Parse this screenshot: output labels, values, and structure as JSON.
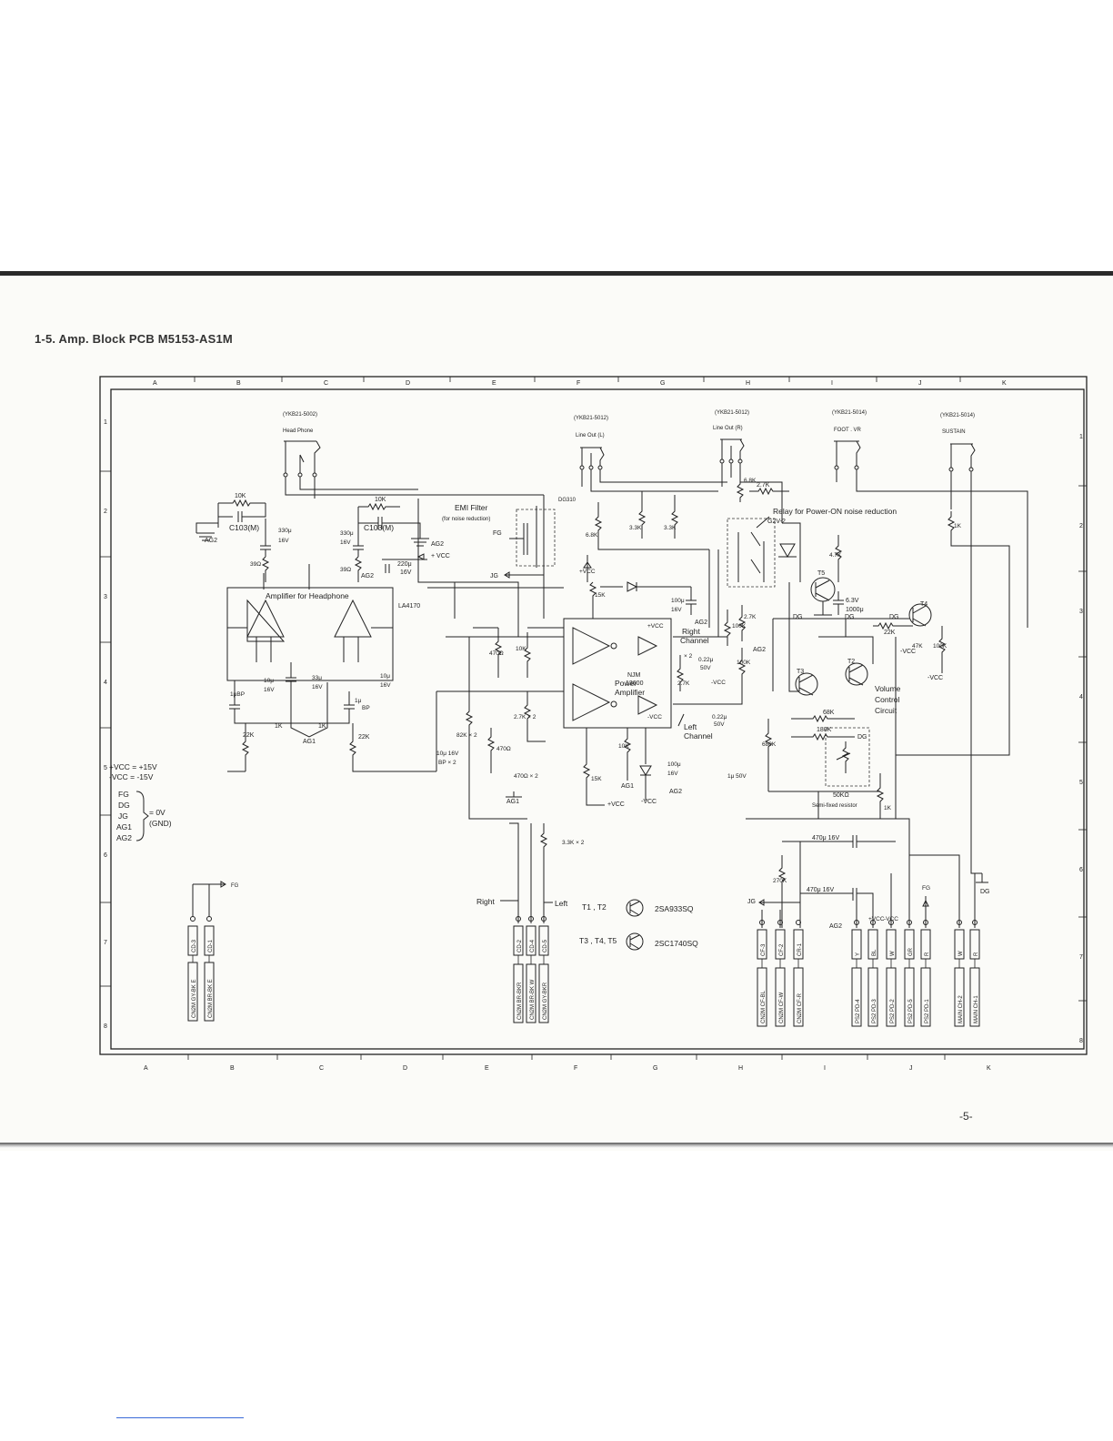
{
  "page": {
    "title": "1-5. Amp. Block PCB M5153-AS1M",
    "page_number": "-5-"
  },
  "grid": {
    "columns": [
      "A",
      "B",
      "C",
      "D",
      "E",
      "F",
      "G",
      "H",
      "I",
      "J",
      "K"
    ],
    "rows": [
      "1",
      "2",
      "3",
      "4",
      "5",
      "6",
      "7",
      "8"
    ]
  },
  "jacks": {
    "headphone": {
      "part": "(YKB21-5002)",
      "name": "Head Phone"
    },
    "line_out_l": {
      "part": "(YKB21-5012)",
      "name": "Line Out (L)"
    },
    "line_out_r": {
      "part": "(YKB21-5012)",
      "name": "Line Out (R)"
    },
    "foot_vr": {
      "part": "(YKB21-5014)",
      "name": "FOOT . VR"
    },
    "sustain": {
      "part": "(YKB21-5014)",
      "name": "SUSTAIN"
    }
  },
  "blocks": {
    "headphone_amp": "Amplifier for Headphone",
    "headphone_ic": "LA4170",
    "emi_filter": "EMI Filter",
    "emi_filter_note": "(for noise reduction)",
    "emi_part": "DG310",
    "relay": "Relay for Power-ON noise reduction",
    "relay_part": "G2V-2",
    "power_amp_ic": "NJM",
    "power_amp_ic_num": "13600",
    "power_amp": "Power",
    "power_amp_2": "Amplifier",
    "right_channel": "Right",
    "right_channel_2": "Channel",
    "left_channel": "Left",
    "left_channel_2": "Channel",
    "volume_control": "Volume",
    "volume_control_2": "Control",
    "volume_control_3": "Circuit",
    "semi_fixed": "Semi-fixed resistor",
    "semi_fixed_value": "50KΩ"
  },
  "supply_legend": {
    "vcc_pos": "+VCC = +15V",
    "vcc_neg": "-VCC = -15V",
    "grounds": [
      "FG",
      "DG",
      "JG",
      "AG1",
      "AG2"
    ],
    "ground_value": "= 0V",
    "ground_note": "(GND)"
  },
  "transistors": {
    "t1_t2": "T1 , T2",
    "t1_t2_part": "2SA933SQ",
    "t3_t4_t5": "T3 , T4, T5",
    "t3_t4_t5_part": "2SC1740SQ",
    "labels": [
      "T2",
      "T3",
      "T4",
      "T5"
    ]
  },
  "components": {
    "r10k_a": "10K",
    "c103_a": "C103(M)",
    "c330": "330μ",
    "v16_a": "16V",
    "r10k_b": "10K",
    "c103_b": "C103(M)",
    "c330_b": "330μ",
    "v16_b": "16V",
    "r39_a": "39Ω",
    "r39_b": "39Ω",
    "c220": "220μ",
    "v16_c": "16V",
    "c10u": "10μ",
    "v16_d": "16V",
    "c33u": "33μ",
    "v16_e": "16V",
    "c10u_b": "10μ",
    "v16_f": "16V",
    "c1u_a": "1μBP",
    "c1u_b": "1μ",
    "bp": "BP",
    "r22k_a": "22K",
    "r1k_a": "1K",
    "r1k_b": "1K",
    "r22k_b": "22K",
    "r68k_a": "6.8K",
    "r33k_a": "3.3K",
    "r33k_b": "3.3K",
    "r68k_b": "6.8K",
    "r27k_a": "2.7K",
    "r47k": "4.7K",
    "c63": "6.3V",
    "c1000": "1000μ",
    "r15k_a": "15K",
    "c100u": "100μ",
    "v16_g": "16V",
    "r470": "470Ω",
    "r10k_c": "10K",
    "r100k_a": "100K",
    "r27k_b": "2.7K",
    "c022_a": "0.22μ",
    "v50_a": "50V",
    "x2_a": "× 2",
    "r27k_c": "2.7K",
    "r100k_b": "100K",
    "c022_b": "0.22μ",
    "v50_b": "50V",
    "r82k": "82K × 2",
    "c10u_bp": "10μ 16V",
    "bp2": "BP × 2",
    "r27k_d": "2.7K × 2",
    "r470_b": "470Ω",
    "r470x2": "470Ω × 2",
    "r15k_b": "15K",
    "r10k_d": "10K",
    "c100u_b": "100μ",
    "v16_h": "16V",
    "r680k": "680K",
    "c1u50": "1μ 50V",
    "r68k_c": "68K",
    "r180k": "180K",
    "r22k_c": "22K",
    "r47k_b": "47K",
    "r100k_c": "100K",
    "r1k_c": "1K",
    "r1k_d": "1K",
    "r33k_x2": "3.3K × 2",
    "c470a": "470μ 16V",
    "c470b": "470μ 16V",
    "r270k": "270K"
  },
  "nets": {
    "ag2_a": "AG2",
    "ag2_b": "AG2",
    "ag2_c": "AG2",
    "ag2_d": "AG2",
    "ag2_e": "AG2",
    "ag1_a": "AG1",
    "ag1_b": "AG1",
    "ag1_c": "AG1",
    "dg_a": "DG",
    "dg_b": "DG",
    "dg_c": "DG",
    "dg_d": "DG",
    "dg_e": "DG",
    "fg_a": "FG",
    "fg_b": "FG",
    "fg_c": "FG",
    "jg_a": "JG",
    "jg_b": "JG",
    "vcc_a": "+VCC",
    "vcc_b": "+VCC",
    "vcc_c": "+VCC",
    "vcc_d": "+VCC",
    "vcc_e": "+ VCC",
    "nvcc_a": "-VCC",
    "nvcc_b": "-VCC",
    "nvcc_c": "-VCC",
    "nvcc_d": "-VCC",
    "nvcc_e": "-VCC",
    "right": "Right",
    "left": "Left"
  },
  "connectors": {
    "cd_top": [
      "CD-3",
      "CD-1"
    ],
    "cd_bottom": [
      "CN2M GY-BK E",
      "CN2M BR-BK E"
    ],
    "cd2_top": [
      "CD-2",
      "CD-4",
      "CD-5"
    ],
    "cd2_bottom": [
      "CN2M BR-BKR",
      "CN2M BR-BK W",
      "CN2M GY-BKR"
    ],
    "cf_top": [
      "CF-3",
      "CF-2",
      "CR-1"
    ],
    "cf_bottom": [
      "CN2M CF-BL",
      "CN2M CF-W",
      "CN2M CF-R"
    ],
    "ps_top": [
      "Y",
      "BL",
      "W",
      "GR",
      "R"
    ],
    "ps_bottom": [
      "PS2 PD-4",
      "PS2 PD-3",
      "PS2 PD-2",
      "PS2 PD-5",
      "PS2 PD-1"
    ],
    "main_top": [
      "W",
      "R"
    ],
    "main_bottom": [
      "MAIN CH-2",
      "MAIN CH-1"
    ]
  }
}
